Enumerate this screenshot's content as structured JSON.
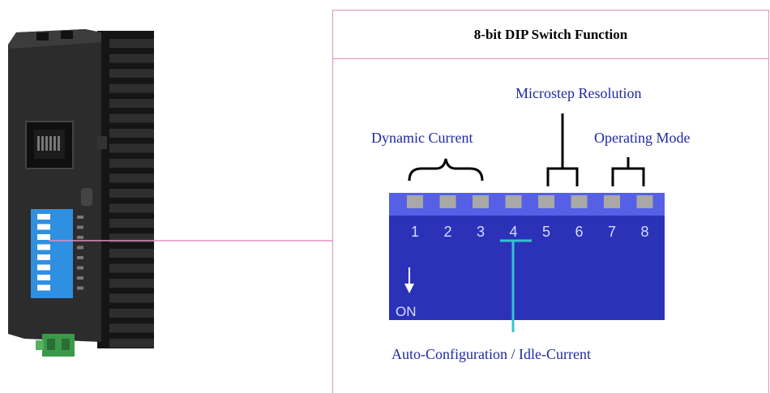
{
  "panel": {
    "title": "8-bit DIP Switch Function"
  },
  "labels": {
    "dynamic_current": "Dynamic Current",
    "microstep_resolution": "Microstep Resolution",
    "operating_mode": "Operating Mode",
    "auto_config": "Auto-Configuration / Idle-Current"
  },
  "dip": {
    "numbers": [
      "1",
      "2",
      "3",
      "4",
      "5",
      "6",
      "7",
      "8"
    ],
    "on_label": "ON"
  },
  "colors": {
    "dip_body": "#2b32b8",
    "dip_top": "#5660e6",
    "slider": "#a8a8a8",
    "label_text": "#1f2aa0",
    "connector": "#e28fc0",
    "cyan_marker": "#33c4cf",
    "driver_body": "#2a2a2a",
    "driver_heatsink": "#1a1a1a",
    "mini_dip": "#2f8fe0",
    "terminal": "#3a9a4a"
  }
}
